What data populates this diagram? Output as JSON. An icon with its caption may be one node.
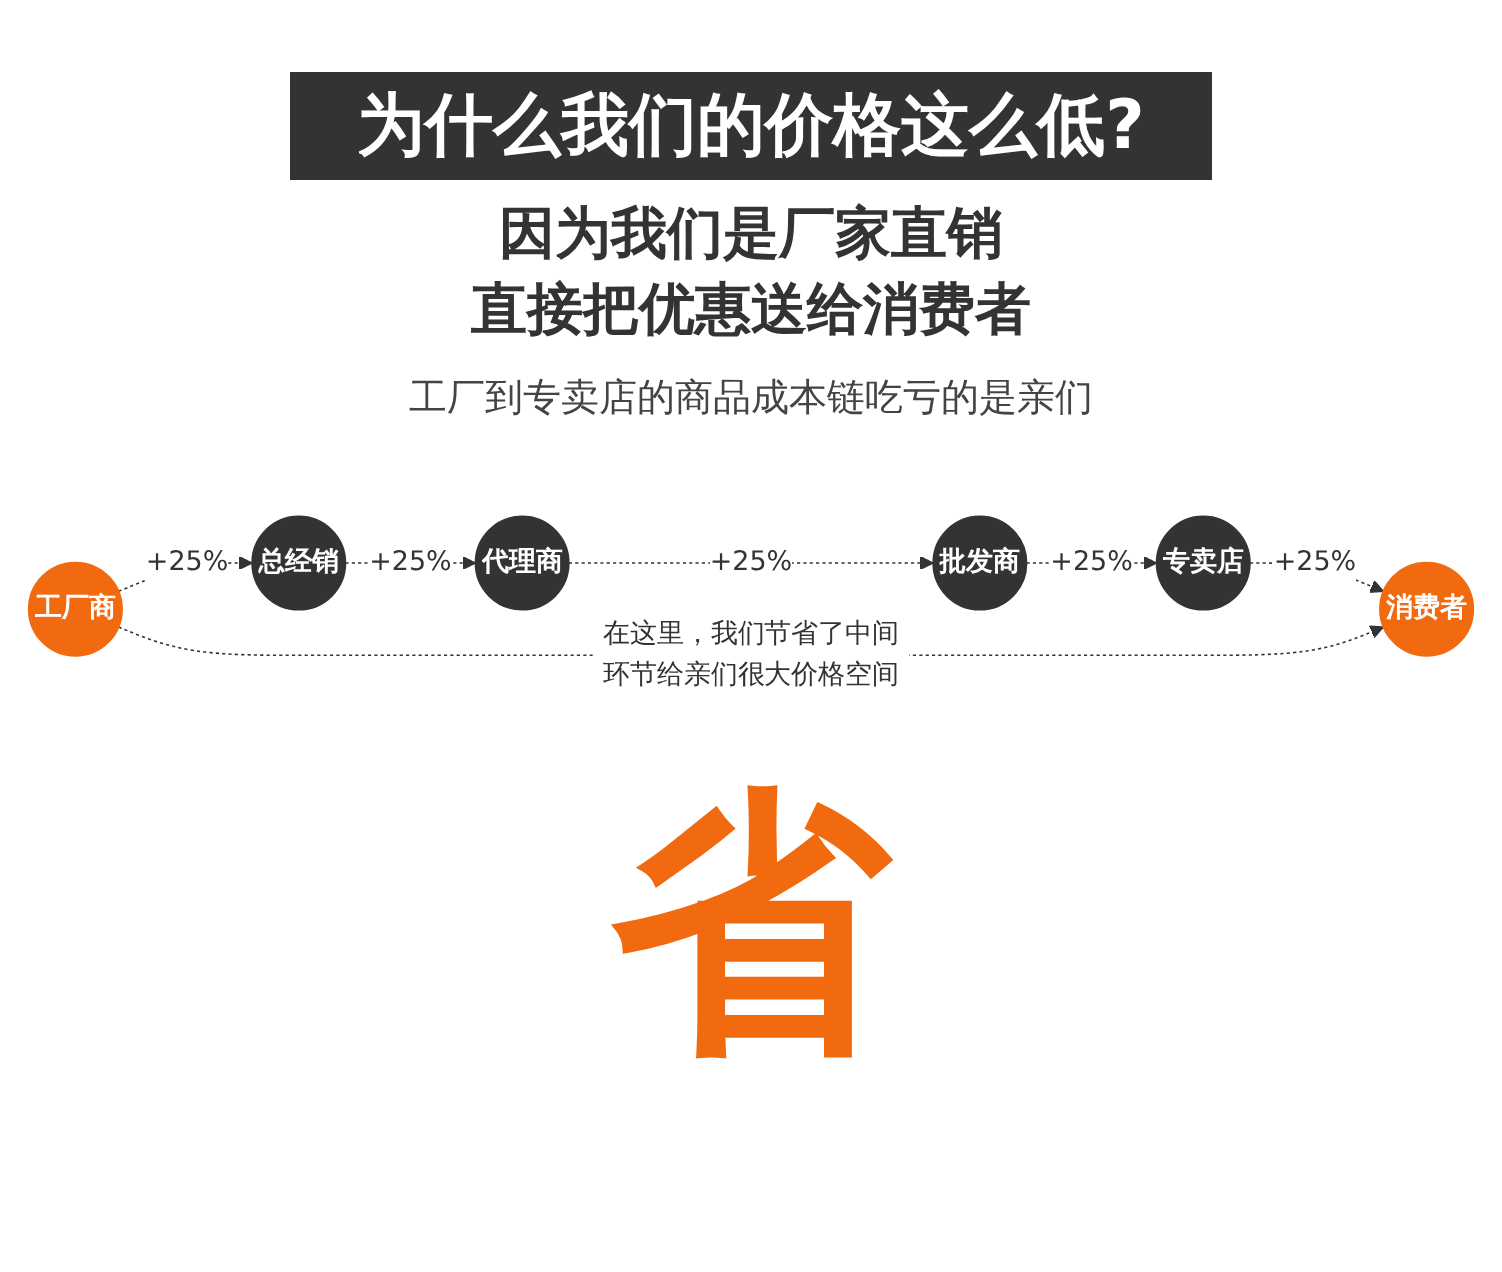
{
  "diagram": {
    "title": "为什么我们的价格这么低?",
    "nodes": [
      {
        "text": [
          "工厂商"
        ]
      },
      {
        "text": [
          "总经销"
        ]
      },
      {
        "text": [
          "代理商"
        ]
      },
      {
        "text": [
          "批发商"
        ]
      },
      {
        "text": [
          "专卖店"
        ]
      },
      {
        "text": [
          "消费者"
        ]
      }
    ],
    "edges": [
      {
        "from": 0,
        "to": 1,
        "arrow": "to",
        "label": "+25%",
        "style": "dashed"
      },
      {
        "from": 1,
        "to": 2,
        "arrow": "to",
        "label": "+25%",
        "style": "dashed"
      },
      {
        "from": 2,
        "to": 3,
        "arrow": "to",
        "label": "+25%",
        "style": "dashed"
      },
      {
        "from": 3,
        "to": 4,
        "arrow": "to",
        "label": "+25%",
        "style": "dashed"
      },
      {
        "from": 4,
        "to": 5,
        "arrow": "to",
        "label": "+25%",
        "style": "dashed"
      },
      {
        "from": 0,
        "to": 5,
        "arrow": "to",
        "label": "在这里，我们节省了中间环节给亲们很大价格空间",
        "style": "dashed"
      }
    ],
    "labels": [
      "因为我们是厂家直销",
      "直接把优惠送给消费者",
      "工厂到专卖店的商品成本链吃亏的是亲们",
      "省"
    ]
  }
}
